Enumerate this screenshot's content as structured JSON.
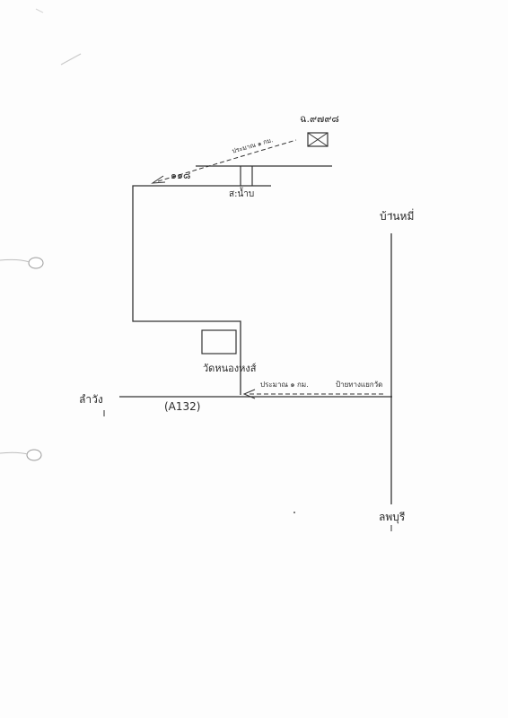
{
  "map": {
    "landmarks": {
      "plot_code": "ฉ.๙๗๙๘",
      "road_turn_marker": "๑๑๘",
      "power_pole": "ส:น้ำบ",
      "temple": "วัดหนองหงส์",
      "distance_north": "ประมาณ ๑ กม.",
      "distance_east": "ประมาณ ๑ กม.",
      "junction_sign": "ป้ายทางแยกวัด",
      "road_code": "(A132)"
    },
    "directions": {
      "west": "ลำวัง",
      "north": "บ้านหมี่",
      "south": "ลพบุรี"
    }
  }
}
